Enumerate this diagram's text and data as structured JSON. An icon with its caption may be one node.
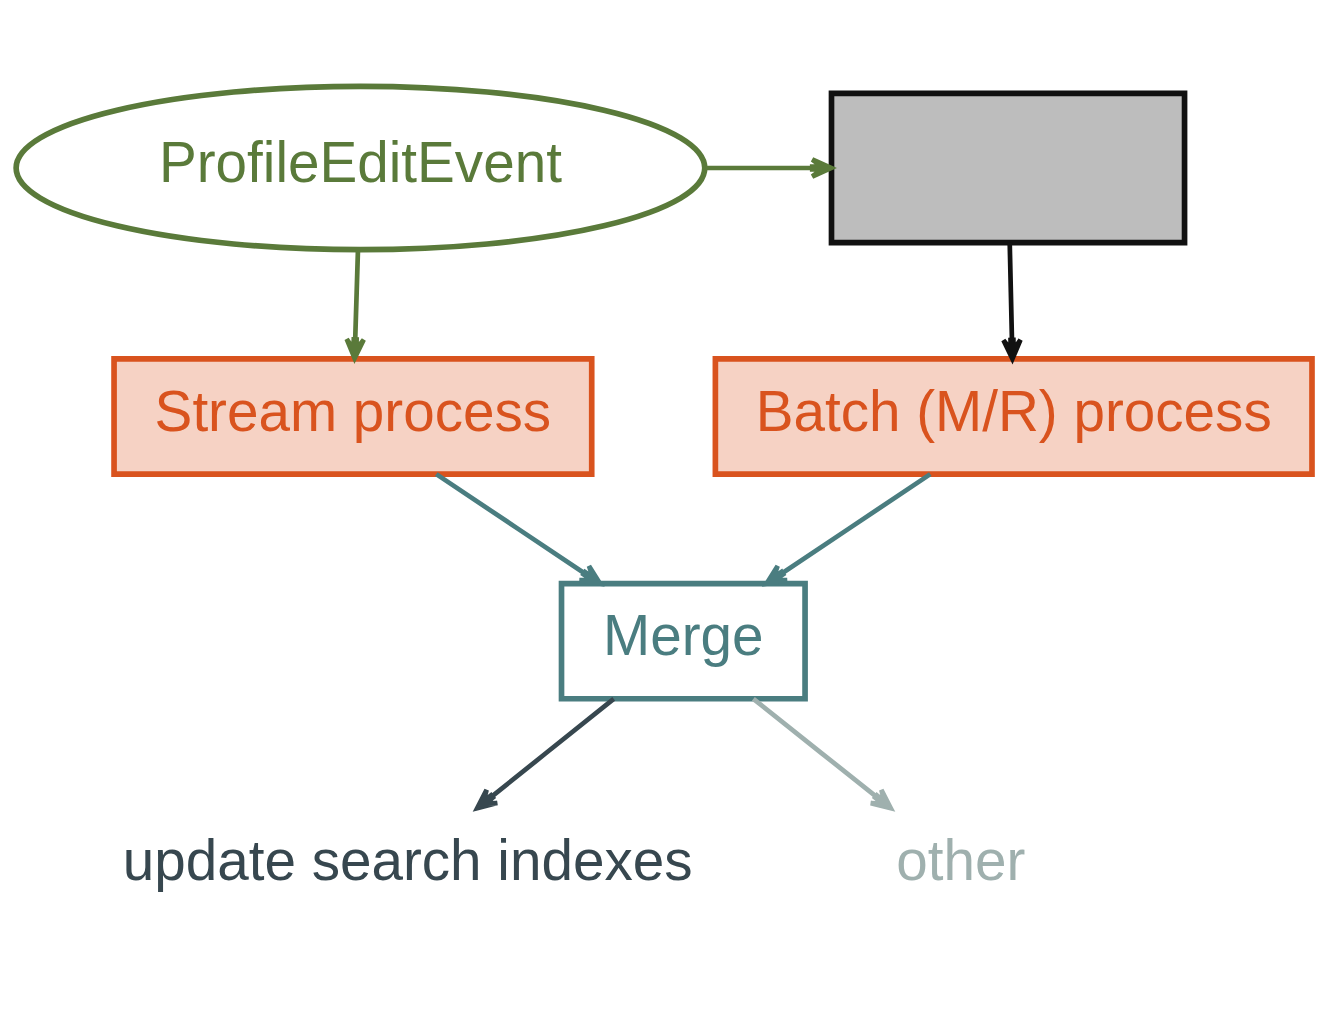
{
  "diagram": {
    "nodes": [
      {
        "text": [
          "ProfileEditEvent"
        ]
      },
      {
        "text": [],
        "shape": "box"
      },
      {
        "text": [
          "Stream process"
        ]
      },
      {
        "text": [
          "Batch (M/R) process"
        ]
      },
      {
        "text": [
          "Merge"
        ]
      },
      {
        "text": [
          "update search indexes"
        ]
      },
      {
        "text": [
          "other"
        ]
      }
    ],
    "edges": [
      {
        "from": 0,
        "to": 1,
        "arrow": "to",
        "color": "#5a7a3a"
      },
      {
        "from": 0,
        "to": 2,
        "arrow": "to",
        "color": "#5a7a3a"
      },
      {
        "from": 1,
        "to": 3,
        "arrow": "to",
        "color": "#111111"
      },
      {
        "from": 2,
        "to": 4,
        "arrow": "to"
      },
      {
        "from": 3,
        "to": 4,
        "arrow": "to"
      },
      {
        "from": 4,
        "to": 5,
        "arrow": "to",
        "color": "#37474f"
      },
      {
        "from": 4,
        "to": 6,
        "arrow": "to",
        "color": "#9fb0ae"
      }
    ]
  }
}
